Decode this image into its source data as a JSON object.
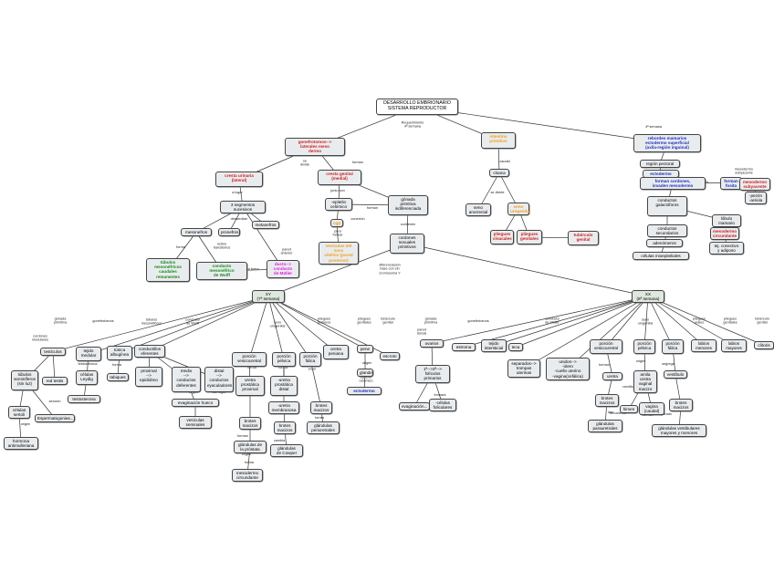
{
  "diagram": {
    "nodes": [
      {
        "id": "root",
        "text": "DESARROLLO EMBRIONARIO\nSISTEMA REPRODUCTOR",
        "style": "root"
      },
      {
        "id": "gonefro",
        "text": "gonefrotomos-->\nlaterales meso\ndermo",
        "accent": "#d42020"
      },
      {
        "id": "intprim",
        "text": "intestino\nprimitivo",
        "accent": "#f0a020"
      },
      {
        "id": "rebordes",
        "text": "rebordes mamarios\nectodermo superficial\n(axila-región inguinal)",
        "accent": "#2030c0"
      },
      {
        "id": "crestaur",
        "text": "cresta urinaria\n(lateral)",
        "accent": "#d42020"
      },
      {
        "id": "crestagen",
        "text": "cresta genital\n(medial)",
        "accent": "#d42020"
      },
      {
        "id": "cloaca",
        "text": "cloaca"
      },
      {
        "id": "regpec",
        "text": "región pectoral"
      },
      {
        "id": "ectodermo",
        "text": "ectodermo",
        "accent": "#2030c0"
      },
      {
        "id": "forman",
        "text": "forman cordones,\ninvaden mesodermo",
        "accent": "#2030c0"
      },
      {
        "id": "formanfosita",
        "text": "forman\nfosita",
        "accent": "#2030c0"
      },
      {
        "id": "mesodermo1",
        "text": "mesodermo\nsubyacente",
        "accent": "#d42020"
      },
      {
        "id": "pezon",
        "text": "-pezón\n-aréola"
      },
      {
        "id": "tresseg",
        "text": "3 segmentos\nsucesivos"
      },
      {
        "id": "epitcel",
        "text": "-epitelio\ncelómico"
      },
      {
        "id": "gonadaprim",
        "text": "gónada\nprimitiva\nindiferenciada"
      },
      {
        "id": "senoanor",
        "text": "seno\nanorrectal"
      },
      {
        "id": "senouro",
        "text": "seno\nurogenital",
        "accent": "#f0a020"
      },
      {
        "id": "conductosgal",
        "text": "conductos\ngalactóforos"
      },
      {
        "id": "mesonefros",
        "text": "mesonefros"
      },
      {
        "id": "pronefros",
        "text": "pronefros"
      },
      {
        "id": "metanefros",
        "text": "metanefros"
      },
      {
        "id": "celgerm",
        "text": "cgp",
        "accent": "#f0a020"
      },
      {
        "id": "celgermtxt",
        "text": "vesículas del saco\nvitelino (pared\nposterior)",
        "accent": "#f0a020"
      },
      {
        "id": "tubercul",
        "text": "tubérculo\ngenital",
        "accent": "#d42020"
      },
      {
        "id": "pliegcloa",
        "text": "pliegues\ncloacales",
        "accent": "#d42020"
      },
      {
        "id": "plieggen",
        "text": "pliegues\ngenitales",
        "accent": "#d42020"
      },
      {
        "id": "lobulo",
        "text": "lóbulo\nmamario"
      },
      {
        "id": "consec",
        "text": "conductos\nsecundarios"
      },
      {
        "id": "adenomeros",
        "text": "adenómeros"
      },
      {
        "id": "celmioep",
        "text": "células mioepiteliales"
      },
      {
        "id": "tejconj",
        "text": "tej. conectivo\ny adiposo"
      },
      {
        "id": "mesodermo2",
        "text": "mesodermo\ncircundante",
        "accent": "#d42020"
      },
      {
        "id": "cordones",
        "text": "cordones\nsexuales\nprimitivos"
      },
      {
        "id": "tubmeso",
        "text": "túbulos\nmesonéfricos\ncaudales\nremanentes",
        "accent": "#1a8a1a"
      },
      {
        "id": "condmeso",
        "text": "conducto\nmesonéfrico\nde Wolff",
        "accent": "#1a8a1a"
      },
      {
        "id": "duramueller",
        "text": "ducto-->\nconducto\nde Müller",
        "accent": "#e020e0"
      },
      {
        "id": "xy",
        "text": "XY\n(7ª semana)",
        "style": "green"
      },
      {
        "id": "xx",
        "text": "XX\n(8ª semana)",
        "style": "green"
      },
      {
        "id": "testiculos",
        "text": "testículos"
      },
      {
        "id": "tejmed",
        "text": "tejido\nmedular"
      },
      {
        "id": "tunica",
        "text": "túnica\nalbugínea"
      },
      {
        "id": "condeferentes",
        "text": "conductillos\neferentes"
      },
      {
        "id": "porcves",
        "text": "porción\nvesicouretral"
      },
      {
        "id": "porcpel",
        "text": "porción\npélvica"
      },
      {
        "id": "porcfal",
        "text": "porción\nfálica"
      },
      {
        "id": "uretrapen",
        "text": "uretra\npeniana"
      },
      {
        "id": "pene",
        "text": "pene"
      },
      {
        "id": "escroto",
        "text": "escroto"
      },
      {
        "id": "glande",
        "text": "glande"
      },
      {
        "id": "ectodermo2",
        "text": "ectodermo",
        "accent": "#2030c0"
      },
      {
        "id": "tubsemin",
        "text": "túbulos\nseminíferos\n(sin luz)"
      },
      {
        "id": "redtesti",
        "text": "red testis"
      },
      {
        "id": "celleydig",
        "text": "células\nLeydig"
      },
      {
        "id": "tabiques",
        "text": "tabiques"
      },
      {
        "id": "proximal",
        "text": "proximal\n-->\nepidídimo"
      },
      {
        "id": "medio",
        "text": "medio\n-->\nconductos\ndeferentes"
      },
      {
        "id": "distal",
        "text": "distal\n-->\nconductos\neyaculadores"
      },
      {
        "id": "uretraprost",
        "text": "uretra\nprostática\nproximal"
      },
      {
        "id": "uretraprost2",
        "text": "-uretra\nprostática\ndistal"
      },
      {
        "id": "uretramemb",
        "text": "-uretra\nmembranosa"
      },
      {
        "id": "brotes1",
        "text": "brotes\nmacizos"
      },
      {
        "id": "brotes2",
        "text": "brotes\nmacizos"
      },
      {
        "id": "brotes3",
        "text": "brotes\nmacizos"
      },
      {
        "id": "celsert",
        "text": "células\nsertoli"
      },
      {
        "id": "espermato",
        "text": "Espermatogonias..."
      },
      {
        "id": "testosterona",
        "text": "testosterona"
      },
      {
        "id": "hormantimu",
        "text": "hormona\nantimulleriana"
      },
      {
        "id": "evagin",
        "text": "evaginación hueco"
      },
      {
        "id": "vesiculas",
        "text": "vesículas\nseminales"
      },
      {
        "id": "glandprost",
        "text": "glándulas de\nla próstata"
      },
      {
        "id": "glandcowper",
        "text": "glándulas\nde Cowper"
      },
      {
        "id": "glandperi",
        "text": "glándulas\nperiuretrales"
      },
      {
        "id": "mesoderm3",
        "text": "mesodermo\ncircundante"
      },
      {
        "id": "ovarios",
        "text": "ovarios"
      },
      {
        "id": "estroma",
        "text": "estroma"
      },
      {
        "id": "tejido",
        "text": "tejido\nintersticial"
      },
      {
        "id": "teca",
        "text": "teca"
      },
      {
        "id": "separados",
        "text": "separados-->\ntrompas\nuterinas"
      },
      {
        "id": "unidos",
        "text": "unidos-->\n-útero\n-cuello uterino\n-vagina(cefálica)"
      },
      {
        "id": "porcves2",
        "text": "porción\nvesicouretral"
      },
      {
        "id": "porcpel2",
        "text": "porción\npélvica"
      },
      {
        "id": "porcfal2",
        "text": "porción\nfálica"
      },
      {
        "id": "labiosmen",
        "text": "labios\nmenores"
      },
      {
        "id": "labiosmay",
        "text": "labios\nmayores"
      },
      {
        "id": "clitoris",
        "text": "clítoris"
      },
      {
        "id": "foliculos",
        "text": "1ª-->2ª-->\nfolículos\nprimarios"
      },
      {
        "id": "evaginacion",
        "text": "evaginación..."
      },
      {
        "id": "celfol",
        "text": "-células\nfoliculares"
      },
      {
        "id": "uretra",
        "text": "uretra"
      },
      {
        "id": "vestibulo",
        "text": "vestíbulo"
      },
      {
        "id": "senocent",
        "text": "amila\nuretra\nvaginal\nmacizo"
      },
      {
        "id": "himen",
        "text": "himen"
      },
      {
        "id": "vagina",
        "text": "vagina\n(caudal)"
      },
      {
        "id": "brotes4",
        "text": "brotes\nmacizos"
      },
      {
        "id": "brotes5",
        "text": "brotes\nmacizos"
      },
      {
        "id": "glandpara",
        "text": "glándulas\nparauretrales"
      },
      {
        "id": "glandvest",
        "text": "glándulas vestibulares\nmayores y menores"
      }
    ],
    "labels": [
      "Requerimiento\n4ª semana",
      "4ª semana",
      "forman",
      "se\ndivide",
      "caudal",
      "se divide",
      "pectorales",
      "el\nprincipio",
      "mesodermo\nsubyacente",
      "a lugar",
      "desarrollan",
      "junto con",
      "forman",
      "conexión",
      "contienen",
      "para\nformar",
      "forma",
      "restos\ntransitorios",
      "por fuera",
      "pared\nanterior",
      "diferenciación\nbase con sin\ncromosoma Y",
      "gónada\nprimitiva",
      "gonefrotomos",
      "túbulos\nmesonéfricos",
      "conducto\nde Wolff",
      "seno\nurogenital",
      "pliegues\nperineos",
      "pliegues\ngenitales",
      "tubérculo\ngenital",
      "gónada\nprimitiva",
      "gonefrotomos",
      "conducto\nde Müller",
      "seno\nurogenital",
      "pliegues\nurales",
      "pliegues\ngenitales",
      "tubérculo\ngenital",
      "cordones\nmedulares",
      "testosterona",
      "forma",
      "forma",
      "forma",
      "termina\nen el",
      "origen",
      "epitelio\ncelómico",
      "CSP",
      "sección",
      "origen",
      "dar lugar",
      "origen",
      "forman",
      "origen",
      "cambia",
      "forma",
      "forma",
      "pared\ndorsal",
      "formará",
      "forman",
      "origen",
      "segrega",
      "remanente",
      "forman",
      "ramifican",
      "dan",
      "separado"
    ]
  }
}
